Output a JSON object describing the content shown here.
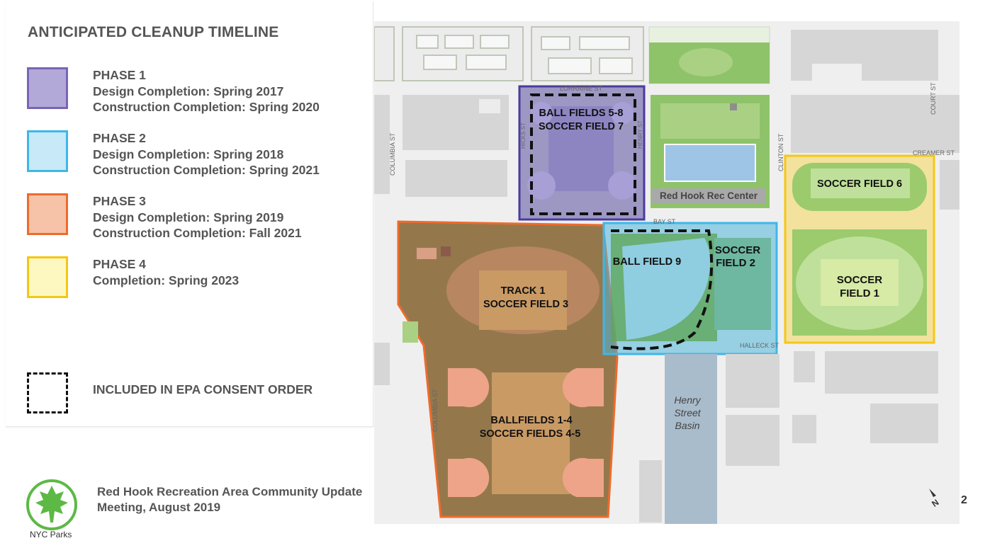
{
  "legend": {
    "title": "ANTICIPATED CLEANUP TIMELINE",
    "phases": [
      {
        "name": "PHASE 1",
        "lines": [
          "Design Completion: Spring 2017",
          "Construction Completion: Spring 2020"
        ],
        "fill": "#b3a9d8",
        "stroke": "#7a64b8"
      },
      {
        "name": "PHASE 2",
        "lines": [
          "Design Completion: Spring 2018",
          "Construction Completion: Spring 2021"
        ],
        "fill": "#c8e9f7",
        "stroke": "#3eb7e8"
      },
      {
        "name": "PHASE 3",
        "lines": [
          "Design Completion: Spring 2019",
          "Construction Completion: Fall 2021"
        ],
        "fill": "#f7c3a8",
        "stroke": "#ee6b2c"
      },
      {
        "name": "PHASE 4",
        "lines": [
          "Completion: Spring 2023"
        ],
        "fill": "#fdf8bf",
        "stroke": "#f5c713"
      }
    ],
    "epa_label": "INCLUDED IN EPA CONSENT ORDER"
  },
  "map": {
    "streets": {
      "lorraine": "LORRAINE ST",
      "columbia": "COLUMBIA ST",
      "clinton": "CLINTON ST",
      "court": "COURT ST",
      "creamer": "CREAMER ST",
      "bay": "BAY ST",
      "halleck": "HALLECK ST",
      "columbia_south": "COLUMBIA ST",
      "henry": "HENRY ST",
      "hicks": "HICKS ST"
    },
    "labels": {
      "ball_fields_5_8": "BALL FIELDS 5-8",
      "soccer_field_7": "SOCCER FIELD 7",
      "rec_center": "Red Hook Rec Center",
      "soccer_field_6": "SOCCER FIELD 6",
      "ball_field_9": "BALL FIELD 9",
      "soccer_2_line1": "SOCCER",
      "soccer_2_line2": "FIELD 2",
      "soccer_1_line1": "SOCCER",
      "soccer_1_line2": "FIELD 1",
      "track_1": "TRACK 1",
      "soccer_field_3": "SOCCER FIELD 3",
      "ballfields_1_4": "BALLFIELDS 1-4",
      "soccer_fields_4_5": "SOCCER FIELDS 4-5",
      "basin_line1": "Henry",
      "basin_line2": "Street",
      "basin_line3": "Basin"
    },
    "colors": {
      "phase1_fill": "#5a4fa0",
      "phase2_fill": "#5bbfe6",
      "phase3_fill": "#e8662a",
      "phase4_fill": "#f7d23a",
      "park_green": "#8fc36a",
      "building_gray": "#d6d6d6",
      "water": "#a9bccb"
    }
  },
  "footer": {
    "org": "NYC Parks",
    "line1": "Red Hook Recreation Area Community Update",
    "line2": "Meeting, August 2019",
    "page_number": "2",
    "north_label": "N"
  }
}
